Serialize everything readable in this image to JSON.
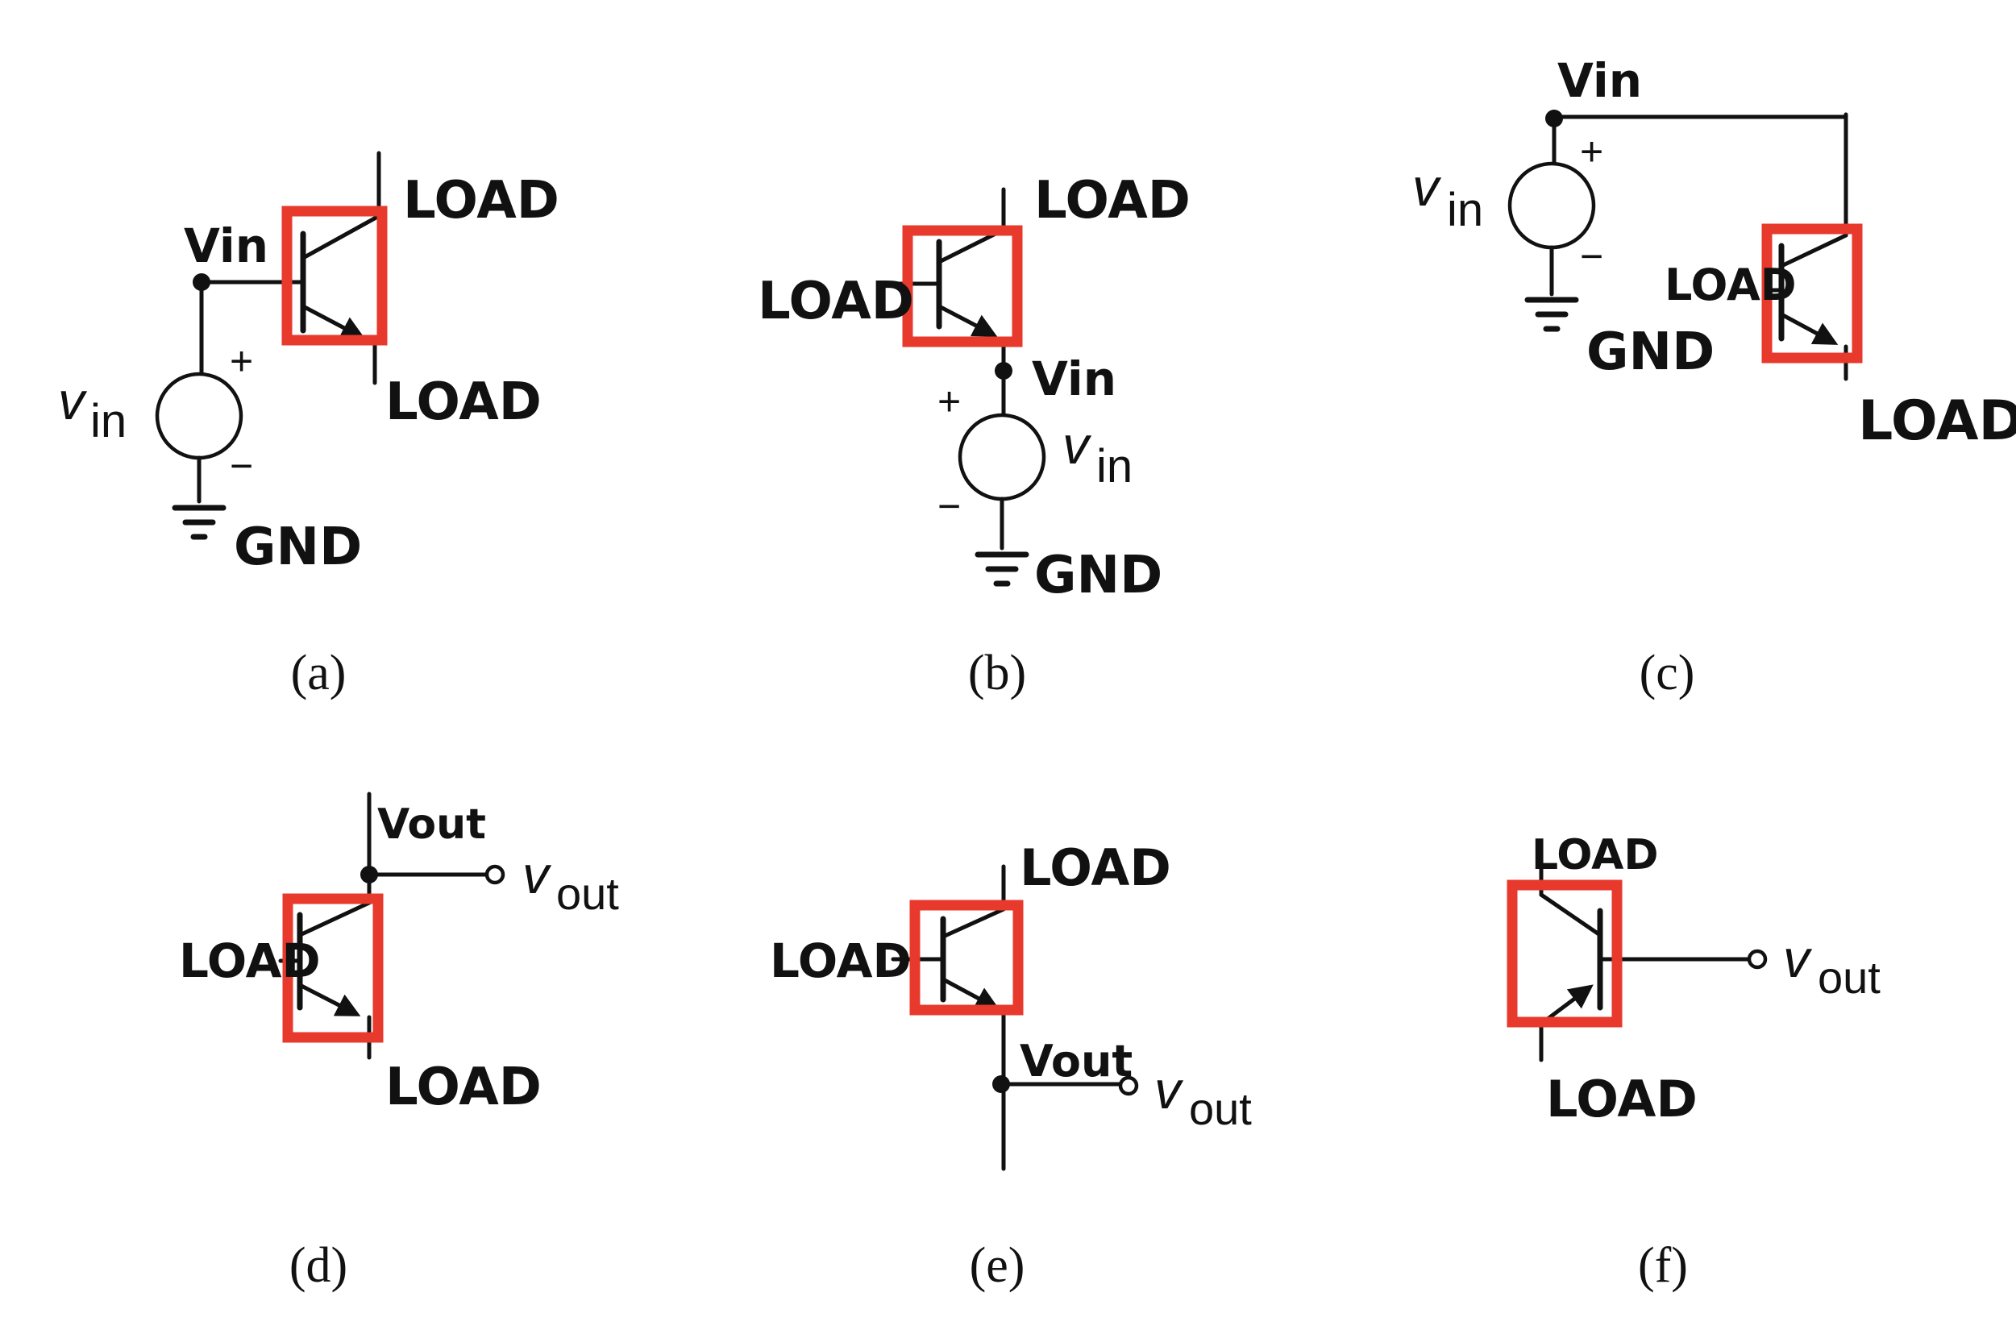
{
  "colors": {
    "highlight": "#e8392d",
    "ink": "#111111",
    "background": "#ffffff"
  },
  "labels": {
    "load": "LOAD",
    "gnd": "GND",
    "vin_node": "Vin",
    "vout_node": "Vout",
    "vin_symbol": "v",
    "vin_sub": "in",
    "vout_symbol": "v",
    "vout_sub": "out",
    "plus": "+",
    "minus": "−"
  },
  "panels": [
    {
      "id": "a",
      "caption": "(a)"
    },
    {
      "id": "b",
      "caption": "(b)"
    },
    {
      "id": "c",
      "caption": "(c)"
    },
    {
      "id": "d",
      "caption": "(d)"
    },
    {
      "id": "e",
      "caption": "(e)"
    },
    {
      "id": "f",
      "caption": "(f)"
    }
  ]
}
